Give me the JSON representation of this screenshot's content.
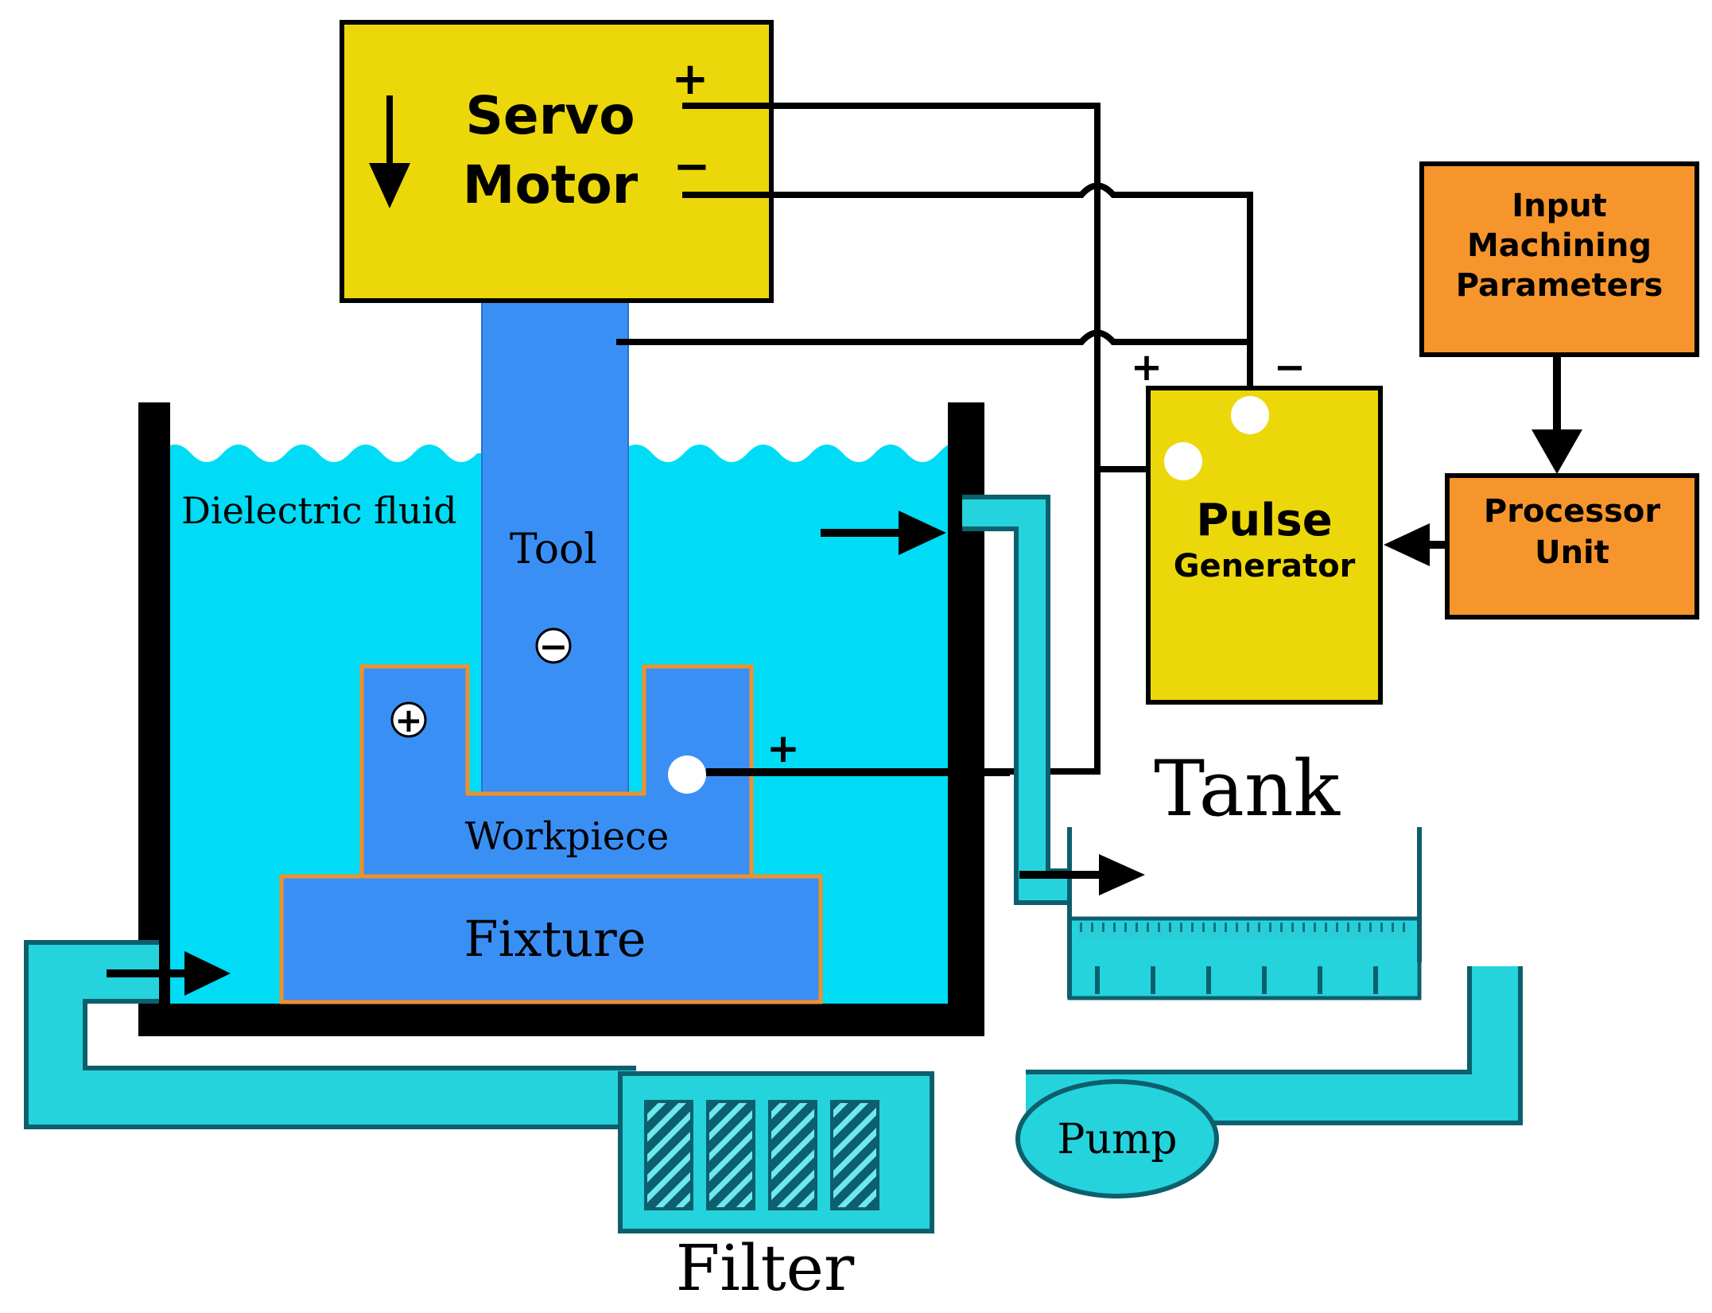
{
  "labels": {
    "servo_line1": "Servo",
    "servo_line2": "Motor",
    "input_line1": "Input",
    "input_line2": "Machining",
    "input_line3": "Parameters",
    "processor_line1": "Processor",
    "processor_line2": "Unit",
    "pulse_line1": "Pulse",
    "pulse_line2": "Generator",
    "dielectric": "Dielectric fluid",
    "tool": "Tool",
    "workpiece": "Workpiece",
    "fixture": "Fixture",
    "tank": "Tank",
    "pump": "Pump",
    "filter": "Filter"
  },
  "polarity": {
    "plus": "+",
    "minus": "−"
  },
  "colors": {
    "motor_yellow": "#ecd80a",
    "processor_orange": "#f7952d",
    "fluid_cyan": "#00dcf5",
    "tool_blue": "#3a8ff5",
    "pipe_cyan": "#22d2dc",
    "wire_black": "#000000"
  }
}
